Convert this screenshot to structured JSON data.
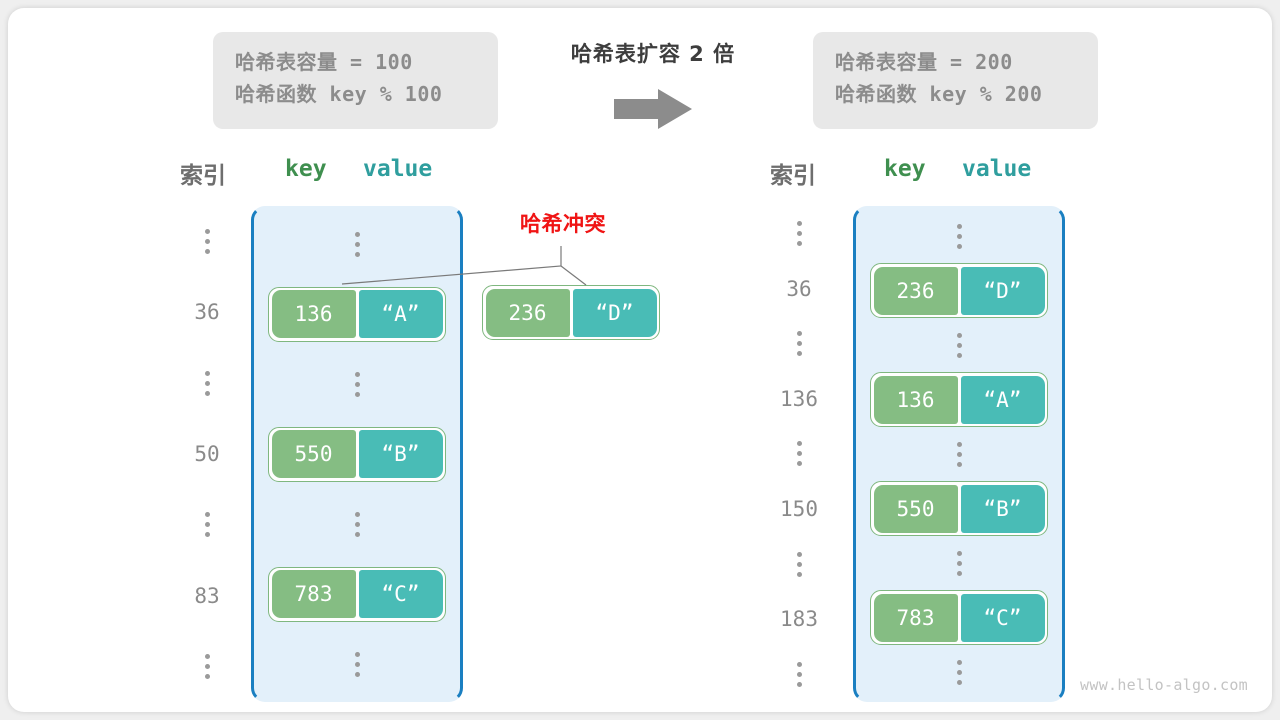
{
  "diagram": {
    "title": "哈希表扩容 2 倍",
    "arrow_icon": "right-arrow-icon",
    "watermark": "www.hello-algo.com",
    "collision_label": "哈希冲突",
    "colors": {
      "key_cell": "#85bd83",
      "value_cell": "#49bcb6",
      "table_border": "#1a7fc1",
      "table_fill": "#e3f0fa",
      "collision_text": "#f01414",
      "info_box": "#e8e8e8",
      "arrow": "#8c8c8c"
    }
  },
  "before": {
    "info": {
      "capacity_line": "哈希表容量 = 100",
      "function_line": "哈希函数 key % 100"
    },
    "headers": {
      "index": "索引",
      "key": "key",
      "value": "value"
    },
    "indices": [
      "⋮",
      "36",
      "⋮",
      "50",
      "⋮",
      "83",
      "⋮"
    ],
    "slots": [
      {
        "type": "ellipsis",
        "key": "",
        "value": ""
      },
      {
        "type": "entry",
        "key": "136",
        "value": "“A”"
      },
      {
        "type": "ellipsis",
        "key": "",
        "value": ""
      },
      {
        "type": "entry",
        "key": "550",
        "value": "“B”"
      },
      {
        "type": "ellipsis",
        "key": "",
        "value": ""
      },
      {
        "type": "entry",
        "key": "783",
        "value": "“C”"
      },
      {
        "type": "ellipsis",
        "key": "",
        "value": ""
      }
    ],
    "floating_entry": {
      "key": "236",
      "value": "“D”"
    }
  },
  "after": {
    "info": {
      "capacity_line": "哈希表容量 = 200",
      "function_line": "哈希函数 key % 200"
    },
    "headers": {
      "index": "索引",
      "key": "key",
      "value": "value"
    },
    "indices": [
      "⋮",
      "36",
      "⋮",
      "136",
      "⋮",
      "150",
      "⋮",
      "183",
      "⋮"
    ],
    "slots": [
      {
        "type": "ellipsis",
        "key": "",
        "value": ""
      },
      {
        "type": "entry",
        "key": "236",
        "value": "“D”"
      },
      {
        "type": "ellipsis",
        "key": "",
        "value": ""
      },
      {
        "type": "entry",
        "key": "136",
        "value": "“A”"
      },
      {
        "type": "ellipsis",
        "key": "",
        "value": ""
      },
      {
        "type": "entry",
        "key": "550",
        "value": "“B”"
      },
      {
        "type": "ellipsis",
        "key": "",
        "value": ""
      },
      {
        "type": "entry",
        "key": "783",
        "value": "“C”"
      },
      {
        "type": "ellipsis",
        "key": "",
        "value": ""
      }
    ]
  }
}
